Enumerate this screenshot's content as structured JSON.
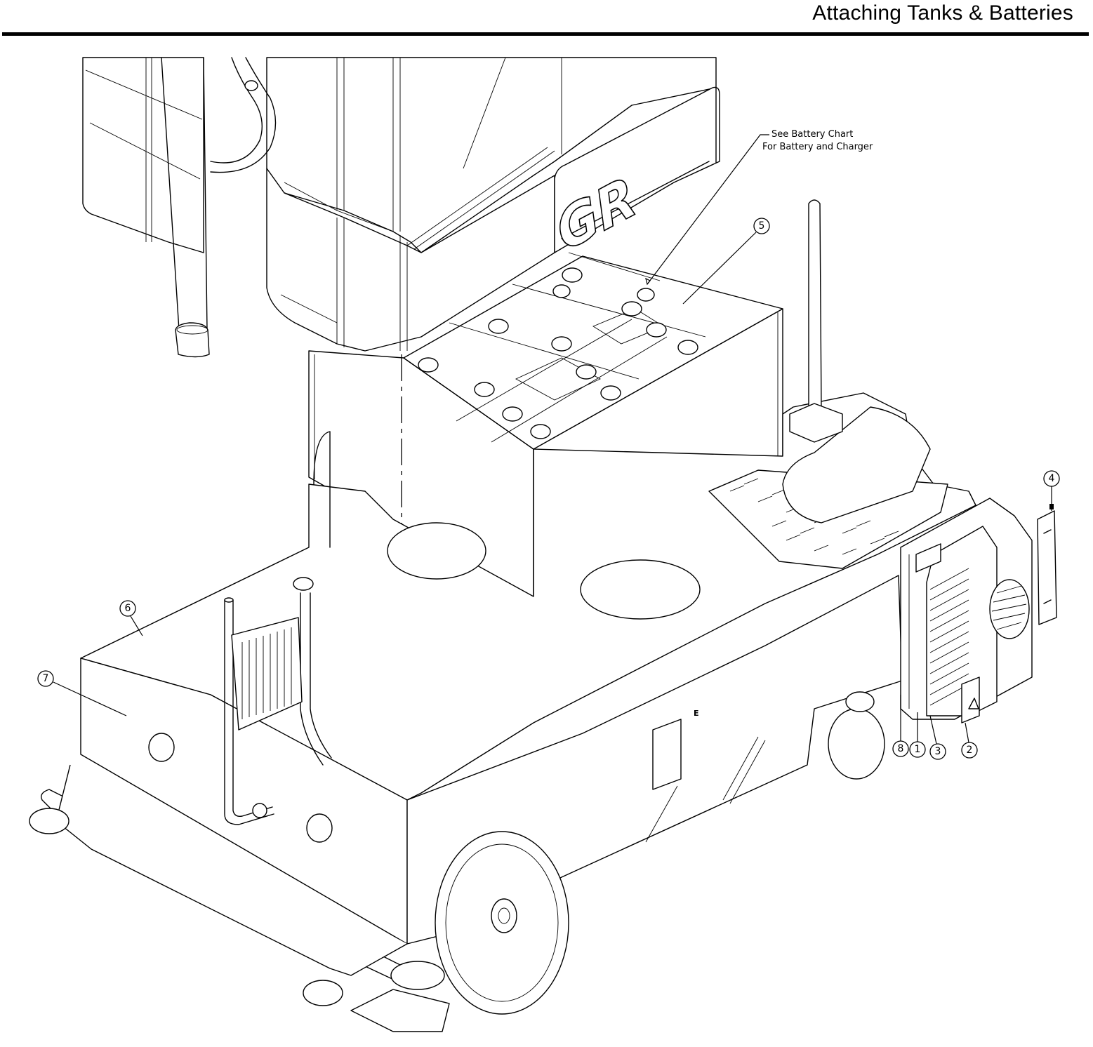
{
  "header": {
    "title": "Attaching Tanks & Batteries"
  },
  "note": {
    "line1": "See Battery Chart",
    "line2": "For Battery and Charger"
  },
  "logo": {
    "text": "GR"
  },
  "frame_marking": "E",
  "callouts": [
    {
      "id": "1",
      "label": "1"
    },
    {
      "id": "2",
      "label": "2"
    },
    {
      "id": "3",
      "label": "3"
    },
    {
      "id": "4",
      "label": "4"
    },
    {
      "id": "5",
      "label": "5"
    },
    {
      "id": "6",
      "label": "6"
    },
    {
      "id": "7",
      "label": "7"
    },
    {
      "id": "8",
      "label": "8"
    }
  ]
}
